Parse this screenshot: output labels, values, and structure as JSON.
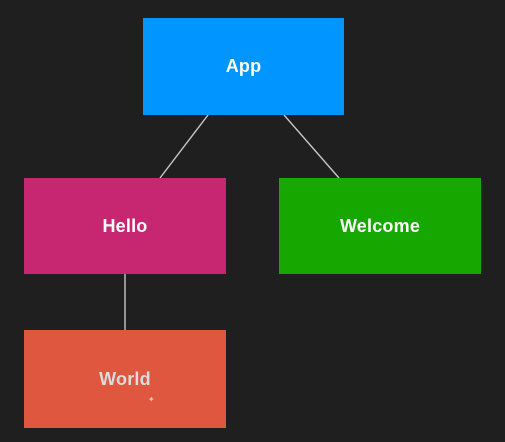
{
  "diagram": {
    "nodes": [
      {
        "id": "app",
        "label": "App",
        "color": "#0095ff",
        "text_color": "#ffffff"
      },
      {
        "id": "hello",
        "label": "Hello",
        "color": "#c72670",
        "text_color": "#ffffff"
      },
      {
        "id": "welcome",
        "label": "Welcome",
        "color": "#17a800",
        "text_color": "#ffffff"
      },
      {
        "id": "world",
        "label": "World",
        "color": "#e0573f",
        "text_color": "#dcdcdc"
      }
    ],
    "edges": [
      {
        "from": "app",
        "to": "hello"
      },
      {
        "from": "app",
        "to": "welcome"
      },
      {
        "from": "hello",
        "to": "world"
      }
    ],
    "background": "#1f1f1f",
    "line_color": "#c8c8c8"
  }
}
